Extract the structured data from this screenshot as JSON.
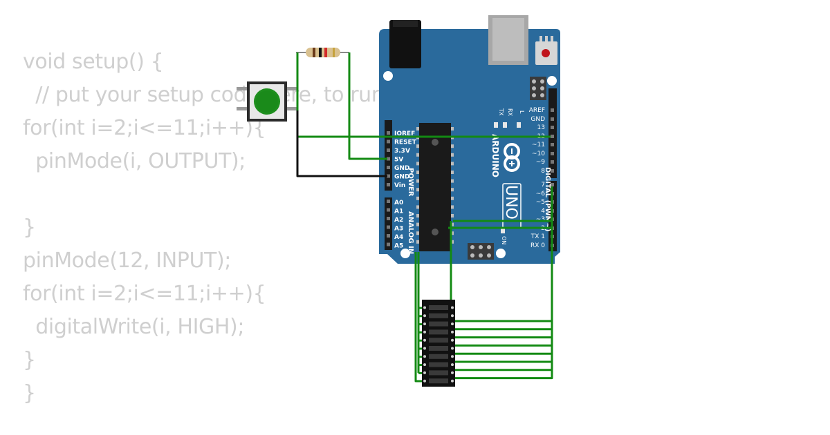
{
  "code": {
    "lines": [
      "void setup() {",
      "  // put your setup code here, to run once:",
      "for(int i=2;i<=11;i++){",
      "  pinMode(i, OUTPUT);",
      "",
      "}",
      "pinMode(12, INPUT);",
      "for(int i=2;i<=11;i++){",
      "  digitalWrite(i, HIGH);",
      "}",
      "}"
    ]
  },
  "board": {
    "brand": "ARDUINO",
    "model": "UNO",
    "power_label": "POWER",
    "analog_label": "ANALOG IN",
    "digital_label": "DIGITAL (PWM~)",
    "on_label": "ON",
    "tx_label": "TX",
    "rx_label": "RX",
    "l_label": "L",
    "power_pins": [
      "IOREF",
      "RESET",
      "3.3V",
      "5V",
      "GND",
      "GND",
      "Vin"
    ],
    "analog_pins": [
      "A0",
      "A1",
      "A2",
      "A3",
      "A4",
      "A5"
    ],
    "digital_pins": [
      "AREF",
      "GND",
      "13",
      "12",
      "~11",
      "~10",
      "~9",
      "8",
      "7",
      "~6",
      "~5",
      "4",
      "~3",
      "2",
      "TX 1",
      "RX 0"
    ]
  },
  "colors": {
    "board": "#2a6a9c",
    "wire_green": "#138a13",
    "wire_black": "#111111",
    "code_text": "#cfcfcf",
    "button_cap": "#1e8f1e"
  },
  "components": {
    "button": "pushbutton-icon",
    "resistor": "resistor-icon",
    "bargraph": "led-bargraph-icon"
  }
}
